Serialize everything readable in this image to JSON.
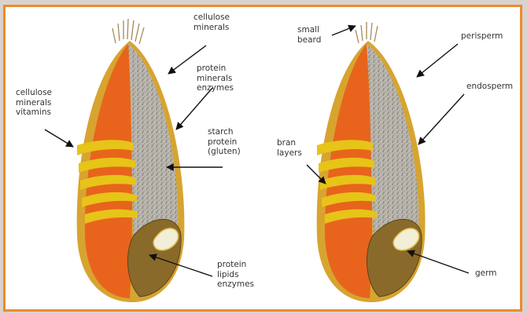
{
  "colors": {
    "border": "#ee8a2d",
    "outer_layer": "#e8641c",
    "aleurone": "#e6c418",
    "endosperm": "#b4b0a8",
    "germ": "#8a6a2a",
    "husk_edge": "#d7a430"
  },
  "left_grain": {
    "labels": {
      "cellulose_minerals": "cellulose\nminerals",
      "cellulose_minerals_vitamins": "cellulose\nminerals\nvitamins",
      "protein_minerals_enzymes": "protein\nminerals\nenzymes",
      "starch_protein_gluten": "starch\nprotein\n(gluten)",
      "protein_lipids_enzymes": "protein\nlipids\nenzymes"
    }
  },
  "right_grain": {
    "labels": {
      "small_beard": "small\nbeard",
      "perisperm": "perisperm",
      "endosperm": "endosperm",
      "bran_layers": "bran\nlayers",
      "germ": "germ"
    }
  }
}
